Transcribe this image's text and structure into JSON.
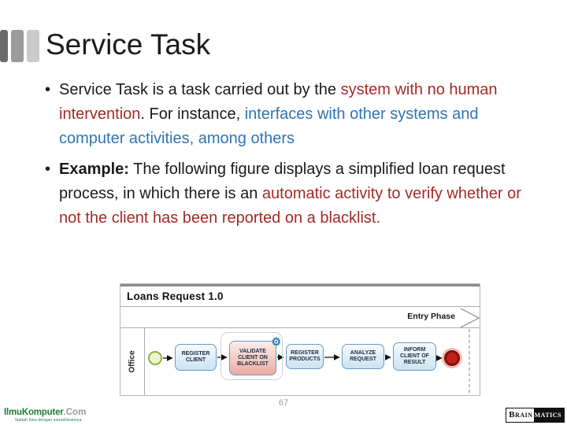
{
  "slide": {
    "title": "Service Task",
    "page_number": "67",
    "bullet_marker": "•"
  },
  "bullets": {
    "b1": {
      "s1": "Service Task is a task carried out by the ",
      "s2": "system with no human intervention",
      "s3": ". For instance, ",
      "s4": "interfaces with other systems and computer activities, among others"
    },
    "b2": {
      "label": "Example:",
      "s1": " The following figure displays a simplified loan request process, in which there is an ",
      "s2": "automatic activity to verify whether or not the client has been reported on a blacklist."
    }
  },
  "figure": {
    "title": "Loans Request 1.0",
    "phase_label": "Entry Phase",
    "lane_label": "Office",
    "tasks": [
      "REGISTER CLIENT",
      "VALIDATE CLIENT ON BLACKLIST",
      "REGISTER PRODUCTS",
      "ANALYZE REQUEST",
      "INFORM CLIENT OF RESULT"
    ],
    "gear_glyph": "⚙"
  },
  "footer": {
    "ilmu_logo_main": "IlmuKomputer",
    "ilmu_logo_suffix": ".Com",
    "ilmu_tagline": "Ikatlah ilmu dengan menuliskannya",
    "brain_left": "Brain",
    "brain_right": "matics"
  },
  "colors": {
    "red": "#a42a25",
    "blue": "#2e74b5",
    "green": "#1e7a34",
    "gear": "#2878b8",
    "sq1": "#6a6a6a",
    "sq2": "#9b9b9b",
    "sq3": "#cbcbcb"
  }
}
